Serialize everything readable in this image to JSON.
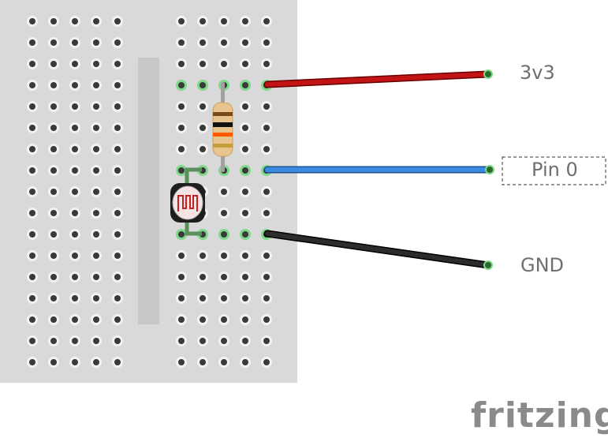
{
  "labels": {
    "power": "3v3",
    "signal": "Pin 0",
    "ground": "GND"
  },
  "brand": "fritzing",
  "colors": {
    "breadboard": "#d9d9d9",
    "hole": "#3a3a3a",
    "hole_ring": "#f2f2f2",
    "connected_ring": "#7fd98a",
    "wire_power": "#b60f0f",
    "wire_signal": "#2f7bd1",
    "wire_ground": "#222222",
    "channel": "#c7c7c7"
  }
}
